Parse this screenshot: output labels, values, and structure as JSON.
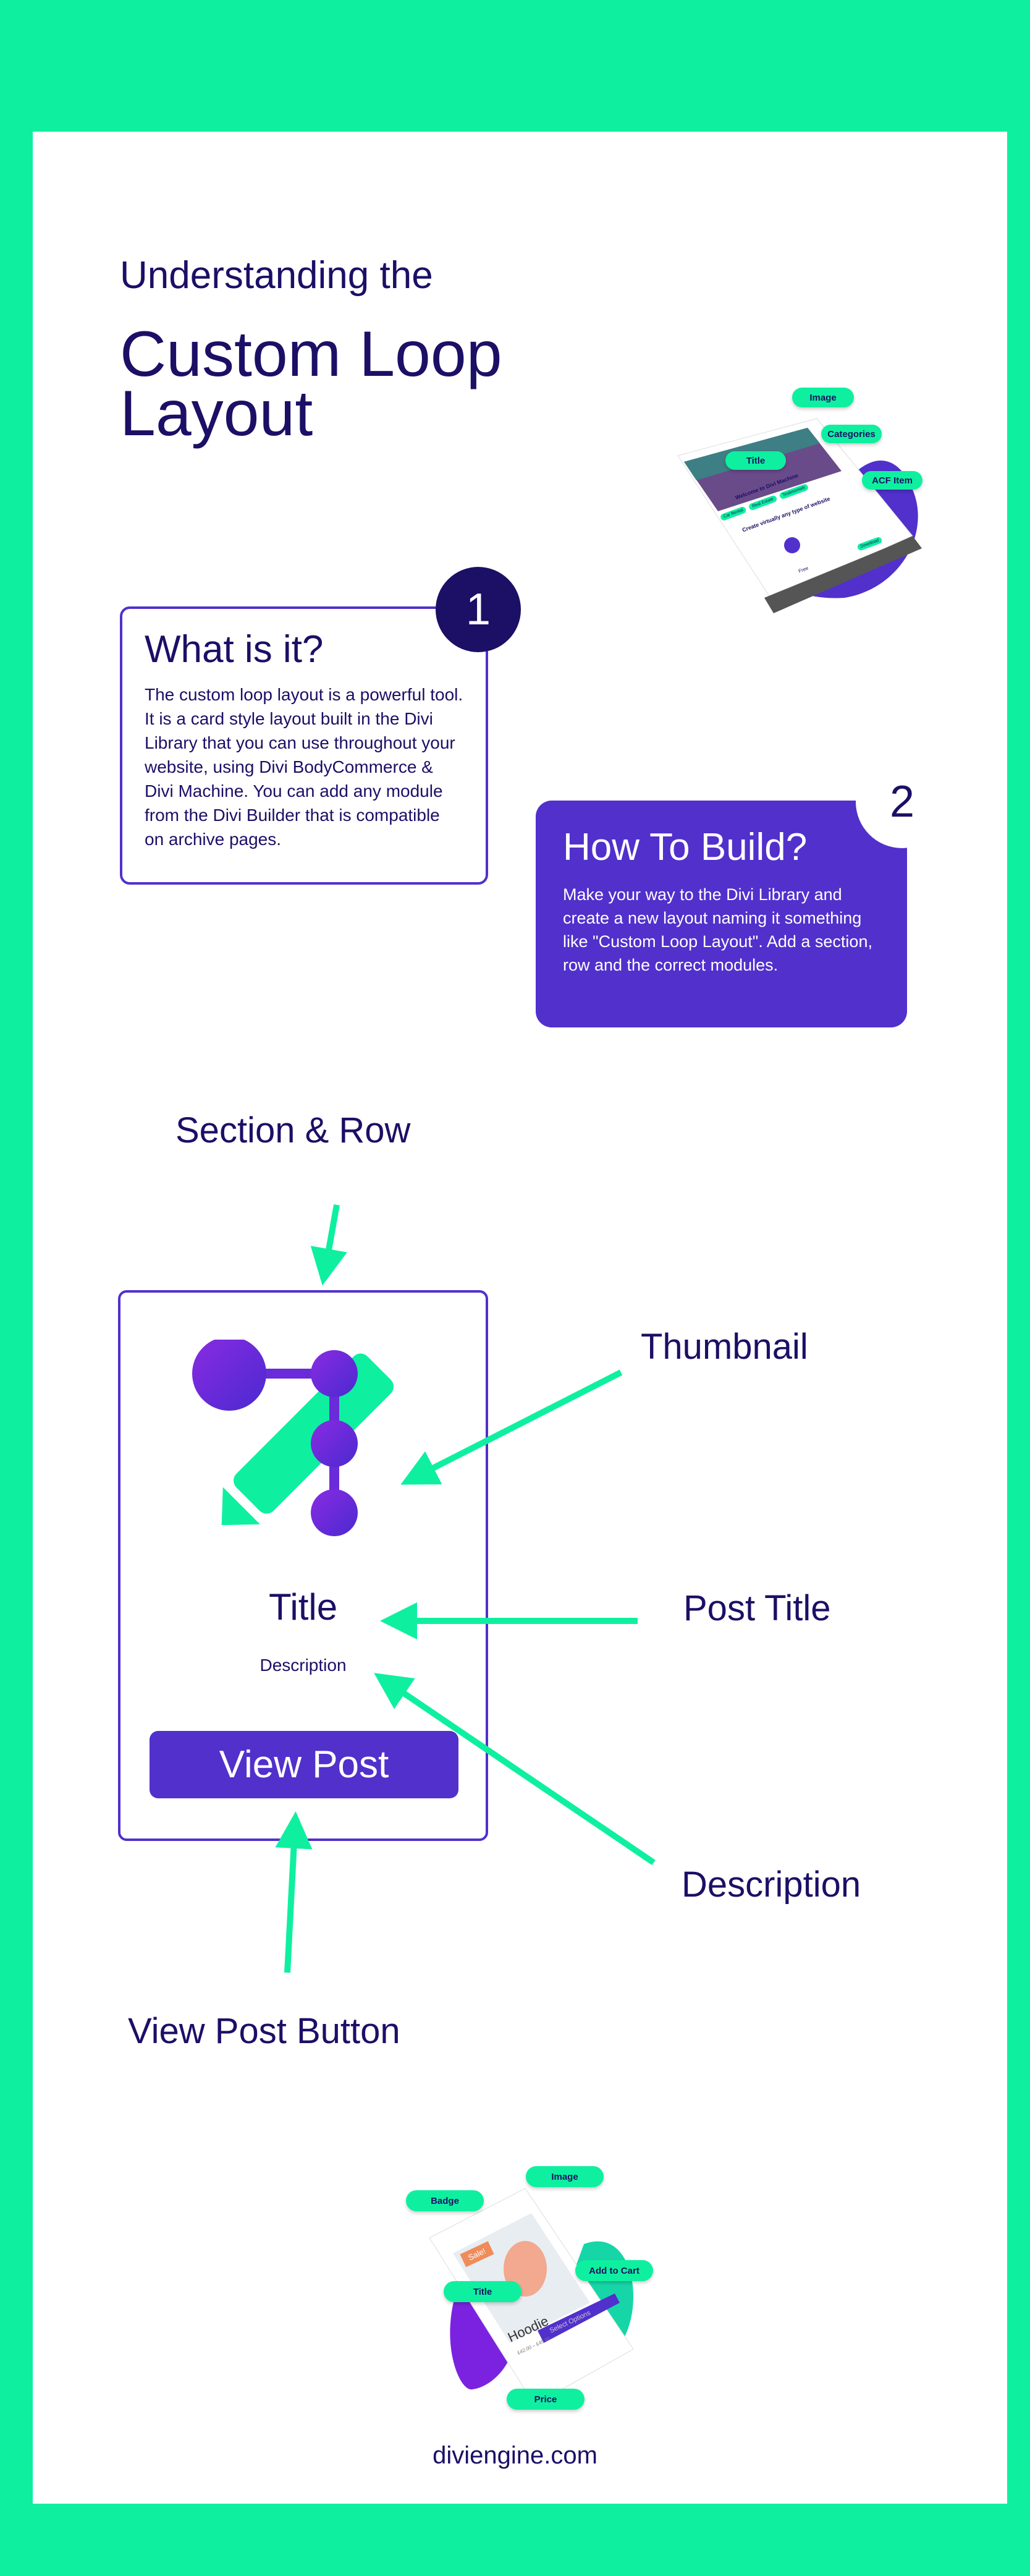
{
  "header": {
    "subtitle": "Understanding the",
    "title": "Custom Loop Layout"
  },
  "top_illustration": {
    "labels": [
      "Image",
      "Categories",
      "Title",
      "ACF Item"
    ],
    "site_heading": "Welcome to Divi Machine",
    "site_tags": [
      "Car Rental",
      "Real Estate",
      "Testimonials"
    ],
    "site_tagline": "Create virtually any type of website",
    "site_button": "Download",
    "site_price": "Free"
  },
  "step1": {
    "number": "1",
    "title": "What is it?",
    "body": "The custom loop layout is a powerful tool. It is a card style layout built in the Divi Library that you can use throughout your website, using Divi BodyCommerce & Divi Machine. You can add any module from the Divi Builder that is compatible on archive pages."
  },
  "step2": {
    "number": "2",
    "title": "How To Build?",
    "body": "Make your way to the Divi Library and create a new layout naming it something like \"Custom Loop Layout\". Add a section, row and the correct modules."
  },
  "diagram": {
    "section_row": "Section & Row",
    "thumbnail": "Thumbnail",
    "post_title": "Post Title",
    "description": "Description",
    "view_post_button": "View Post Button",
    "card": {
      "title": "Title",
      "description": "Description",
      "button": "View Post"
    }
  },
  "bottom_illustration": {
    "labels": [
      "Badge",
      "Image",
      "Add to Cart",
      "Title",
      "Price"
    ],
    "badge": "Sale!",
    "product": "Hoodie",
    "price": "£42.00 – £45.00",
    "button": "Select Options"
  },
  "footer": {
    "site": "diviengine.com"
  },
  "colors": {
    "green": "#0ef0a0",
    "navy": "#1b0f66",
    "purple": "#5130cc"
  }
}
